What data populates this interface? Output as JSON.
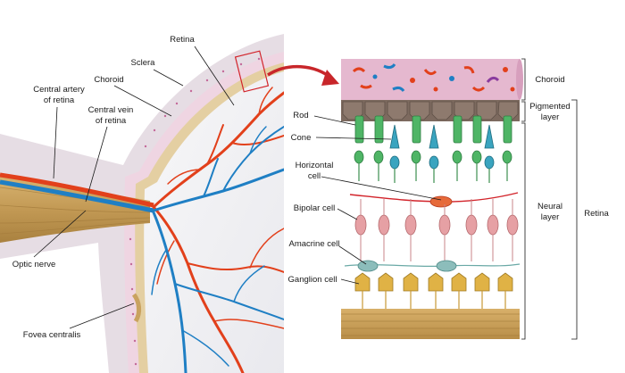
{
  "eye_section": {
    "labels": {
      "retina": "Retina",
      "sclera": "Sclera",
      "choroid": "Choroid",
      "central_artery_l1": "Central artery",
      "central_artery_l2": "of retina",
      "central_vein_l1": "Central vein",
      "central_vein_l2": "of retina",
      "optic_nerve": "Optic nerve",
      "fovea_centralis": "Fovea centralis"
    }
  },
  "retina_layers": {
    "cell_labels": {
      "rod": "Rod",
      "cone": "Cone",
      "horizontal_l1": "Horizontal",
      "horizontal_l2": "cell",
      "bipolar": "Bipolar cell",
      "amacrine": "Amacrine cell",
      "ganglion": "Ganglion cell"
    },
    "layer_labels": {
      "choroid": "Choroid",
      "pigmented_l1": "Pigmented",
      "pigmented_l2": "layer",
      "neural_l1": "Neural",
      "neural_l2": "layer",
      "retina": "Retina"
    }
  },
  "colors": {
    "sclera": "#e6dde4",
    "artery": "#e2401b",
    "vein": "#1f7fc4",
    "nerve": "#c9a25f",
    "choroid_band": "#e5b8cf",
    "rod": "#4fb566",
    "cone": "#3aa4bf",
    "bipolar": "#e6a0a4",
    "ganglion": "#e0b245",
    "pigment": "#7d6a5f",
    "arrow": "#c8262a"
  }
}
